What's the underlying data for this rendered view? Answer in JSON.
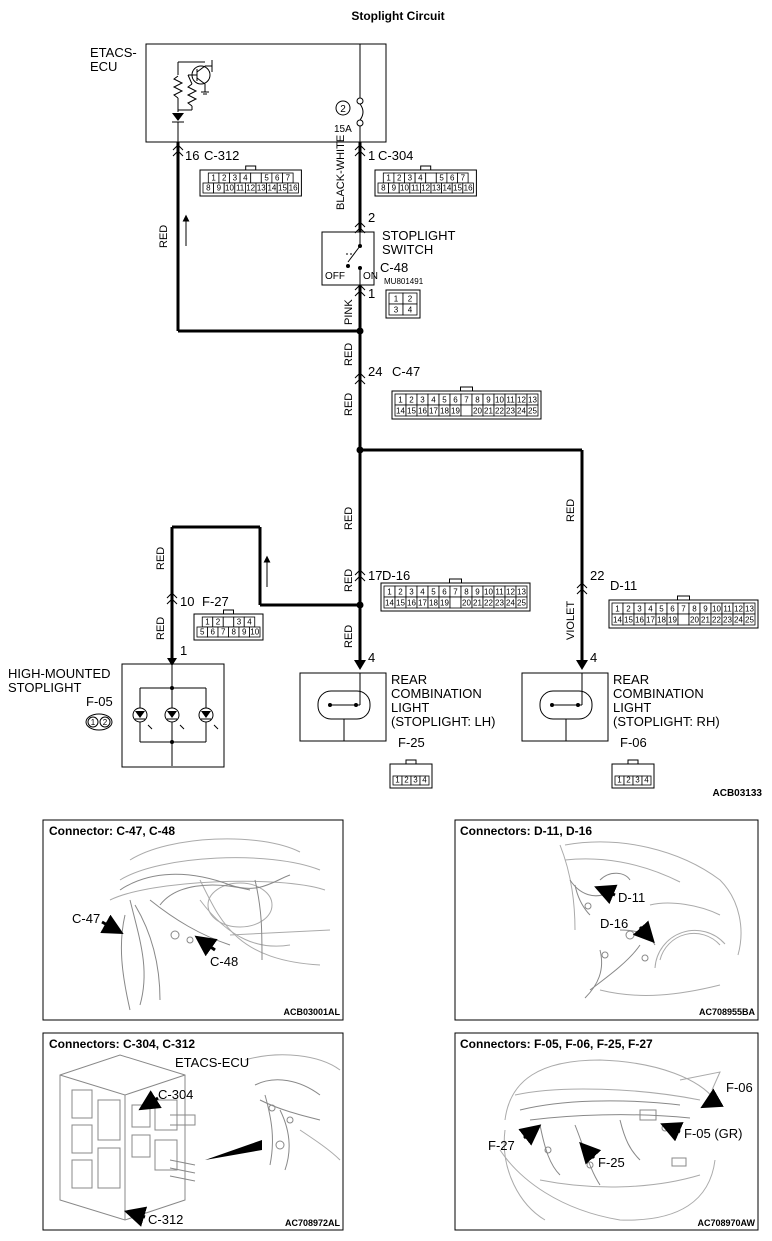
{
  "title": "Stoplight Circuit",
  "diagram_id": "ACB03133",
  "etacs": {
    "name_line1": "ETACS-",
    "name_line2": "ECU",
    "fuse_number": "2",
    "fuse_rating": "15A"
  },
  "terminals": {
    "c312_pin": "16",
    "c304_pin": "1",
    "switch_in": "2",
    "switch_out": "1",
    "c47_pin": "24",
    "d16_pin": "17",
    "d11_pin": "22",
    "f27_pin": "10",
    "hm_pin": "1",
    "lh_pin": "4",
    "rh_pin": "4"
  },
  "connectors": {
    "c312": "C-312",
    "c304": "C-304",
    "c48": "C-48",
    "c48_part": "MU801491",
    "c47": "C-47",
    "d16": "D-16",
    "d11": "D-11",
    "f27": "F-27",
    "f05": "F-05",
    "f25": "F-25",
    "f06": "F-06"
  },
  "pin_rows": {
    "row7_top": [
      "1",
      "2",
      "3",
      "4",
      "",
      "5",
      "6",
      "7"
    ],
    "row7_bot": [
      "8",
      "9",
      "10",
      "11",
      "12",
      "13",
      "14",
      "15",
      "16"
    ],
    "row13_top": [
      "1",
      "2",
      "3",
      "4",
      "5",
      "6",
      "7",
      "8",
      "9",
      "10",
      "11",
      "12",
      "13"
    ],
    "row13_bot": [
      "14",
      "15",
      "16",
      "17",
      "18",
      "19",
      "",
      "20",
      "21",
      "22",
      "23",
      "24",
      "25"
    ],
    "f27_top": [
      "1",
      "2",
      "",
      "3",
      "4"
    ],
    "f27_bot": [
      "5",
      "6",
      "7",
      "8",
      "9",
      "10"
    ],
    "c48_top": [
      "1",
      "2"
    ],
    "c48_bot": [
      "3",
      "4"
    ],
    "lamp4": [
      "1",
      "2",
      "3",
      "4"
    ],
    "f05": [
      "1",
      "2"
    ]
  },
  "wires": {
    "black_white": "BLACK-WHITE",
    "red": "RED",
    "pink": "PINK",
    "violet": "VIOLET"
  },
  "switch": {
    "label_line1": "STOPLIGHT",
    "label_line2": "SWITCH",
    "off": "OFF",
    "on": "ON"
  },
  "high_mount": {
    "line1": "HIGH-MOUNTED",
    "line2": "STOPLIGHT"
  },
  "rear_lh": {
    "line1": "REAR",
    "line2": "COMBINATION",
    "line3": "LIGHT",
    "line4": "(STOPLIGHT: LH)"
  },
  "rear_rh": {
    "line1": "REAR",
    "line2": "COMBINATION",
    "line3": "LIGHT",
    "line4": "(STOPLIGHT: RH)"
  },
  "panels": [
    {
      "title": "Connector: C-47, C-48",
      "code": "ACB03001AL",
      "callouts": [
        "C-47",
        "C-48"
      ]
    },
    {
      "title": "Connectors: D-11, D-16",
      "code": "AC708955BA",
      "callouts": [
        "D-11",
        "D-16"
      ]
    },
    {
      "title": "Connectors: C-304, C-312",
      "code": "AC708972AL",
      "callouts": [
        "ETACS-ECU",
        "C-304",
        "C-312"
      ]
    },
    {
      "title": "Connectors: F-05, F-06, F-25, F-27",
      "code": "AC708970AW",
      "callouts": [
        "F-06",
        "F-27",
        "F-05 (GR)",
        "F-25"
      ]
    }
  ]
}
